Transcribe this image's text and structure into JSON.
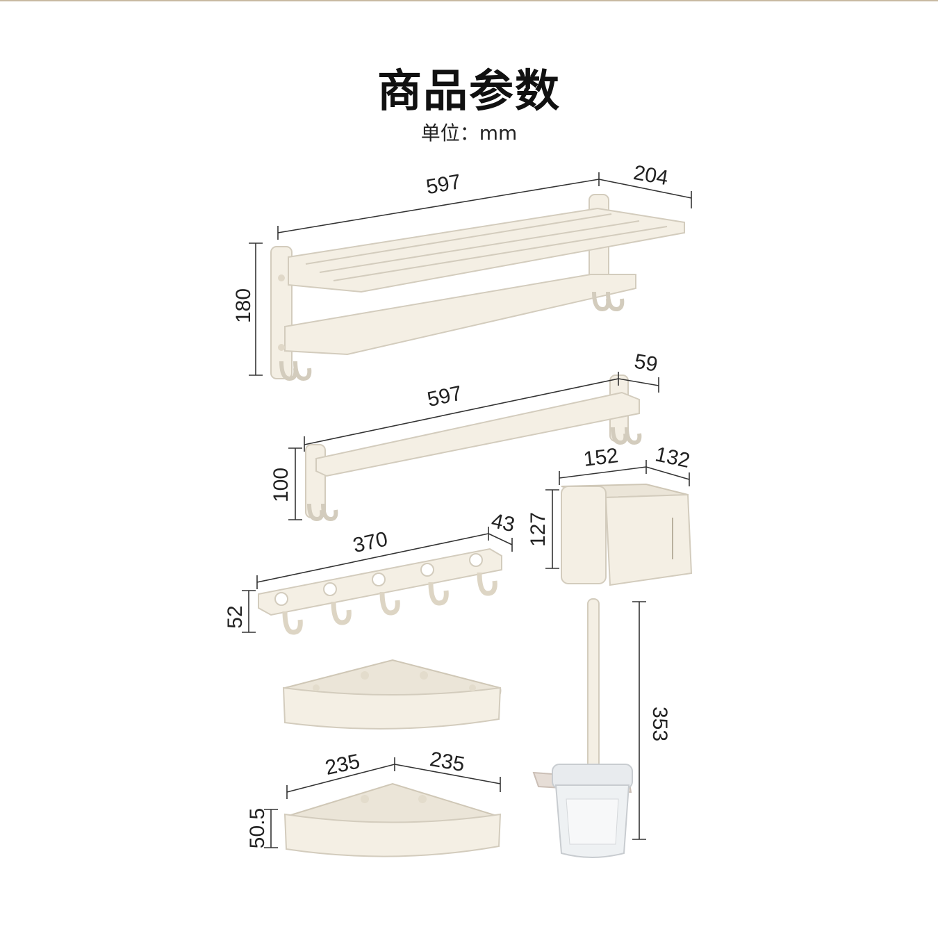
{
  "header": {
    "title": "商品参数",
    "unit": "单位：mm"
  },
  "dimensions": {
    "rack_width": "597",
    "rack_depth": "204",
    "rack_height": "180",
    "bar_width": "597",
    "bar_depth": "59",
    "bar_height": "100",
    "box_width": "152",
    "box_depth": "132",
    "box_height": "127",
    "hook_width": "370",
    "hook_depth": "43",
    "hook_height": "52",
    "corner_side_a": "235",
    "corner_side_b": "235",
    "corner_height": "50.5",
    "brush_height": "353"
  },
  "colors": {
    "product": "#f4efe4",
    "accent_bar": "#c8b9a2"
  }
}
